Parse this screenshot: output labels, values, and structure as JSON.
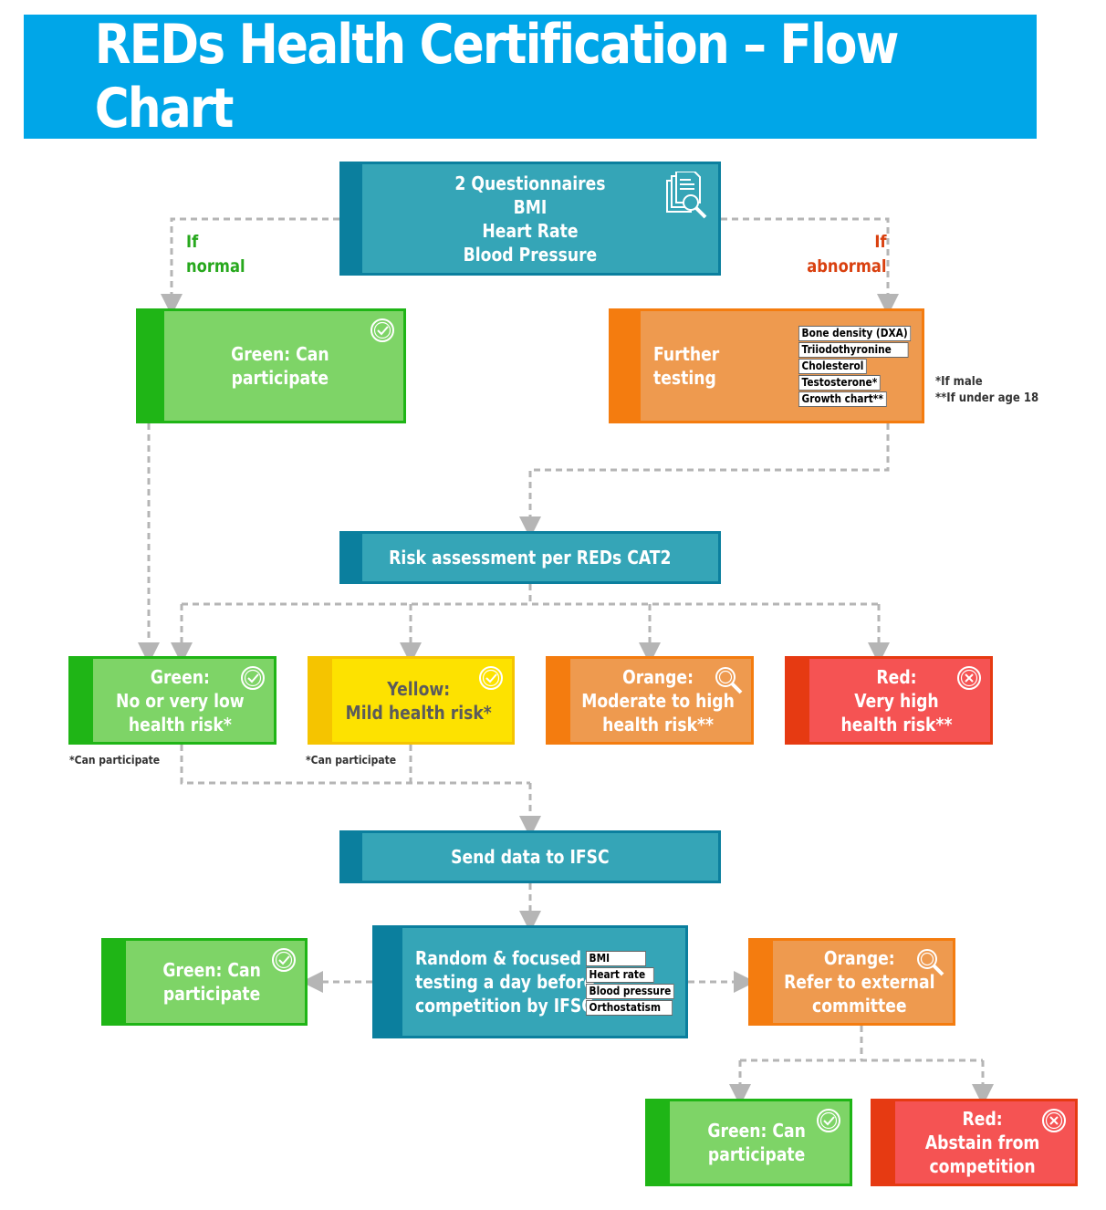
{
  "title": "REDs Health Certification – Flow Chart",
  "colors": {
    "title_bg": "#00a6e8",
    "teal": "#35a5b7",
    "green": "#7ed467",
    "yellow": "#fde200",
    "orange": "#ee9a4f",
    "red": "#f55353",
    "normal_label": "#27a81d",
    "abnormal_label": "#d9400f"
  },
  "start_box": {
    "text": "2 Questionnaires\nBMI\nHeart Rate\nBlood Pressure",
    "icon": "document-search-icon"
  },
  "branch_labels": {
    "normal": "If\nnormal",
    "abnormal": "If\nabnormal"
  },
  "green_top": {
    "text": "Green: Can\nparticipate",
    "icon": "check-circle-icon"
  },
  "further_testing": {
    "text": "Further\ntesting",
    "tests": [
      "Bone density (DXA)",
      "Triiodothyronine",
      "Cholesterol",
      "Testosterone*",
      "Growth chart**"
    ],
    "footnote": "*If male\n**If under age 18"
  },
  "risk_assessment": {
    "text": "Risk assessment per REDs CAT2"
  },
  "risk_levels": {
    "green": {
      "text": "Green:\nNo or very low\nhealth risk*",
      "note": "*Can participate",
      "icon": "check-circle-icon"
    },
    "yellow": {
      "text": "Yellow:\nMild health risk*",
      "note": "*Can participate",
      "icon": "check-circle-icon"
    },
    "orange": {
      "text": "Orange:\nModerate to high\nhealth risk**",
      "icon": "magnifier-icon"
    },
    "red": {
      "text": "Red:\nVery high\nhealth risk**",
      "icon": "x-circle-icon"
    }
  },
  "send_data": {
    "text": "Send data to IFSC"
  },
  "random_testing": {
    "text": "Random & focused\ntesting a day before\ncompetition by IFSC",
    "tests": [
      "BMI",
      "Heart rate",
      "Blood pressure",
      "Orthostatism"
    ]
  },
  "green_bottom_left": {
    "text": "Green: Can\nparticipate",
    "icon": "check-circle-icon"
  },
  "orange_refer": {
    "text": "Orange:\nRefer to external\ncommittee",
    "icon": "magnifier-icon"
  },
  "green_final": {
    "text": "Green: Can\nparticipate",
    "icon": "check-circle-icon"
  },
  "red_final": {
    "text": "Red:\nAbstain from\ncompetition",
    "icon": "x-circle-icon"
  }
}
